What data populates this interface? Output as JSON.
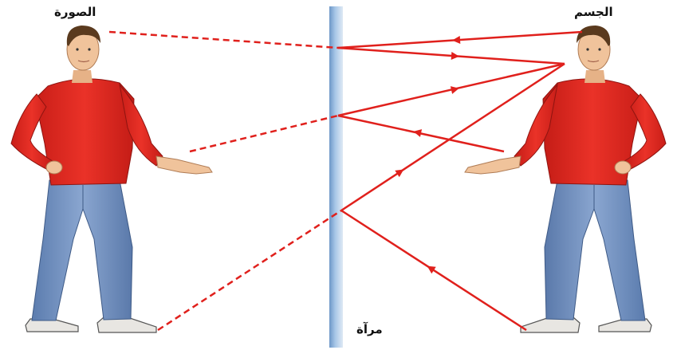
{
  "labels": {
    "image": "الصورة",
    "object": "الجسم",
    "mirror": "مرآة"
  },
  "colors": {
    "ray": "#e0201c",
    "shirt": "#e42b22",
    "jeans": "#6f8fc0",
    "skin": "#f0c39b",
    "hair": "#5a3a1e",
    "mirror": "#8fb3d9"
  }
}
